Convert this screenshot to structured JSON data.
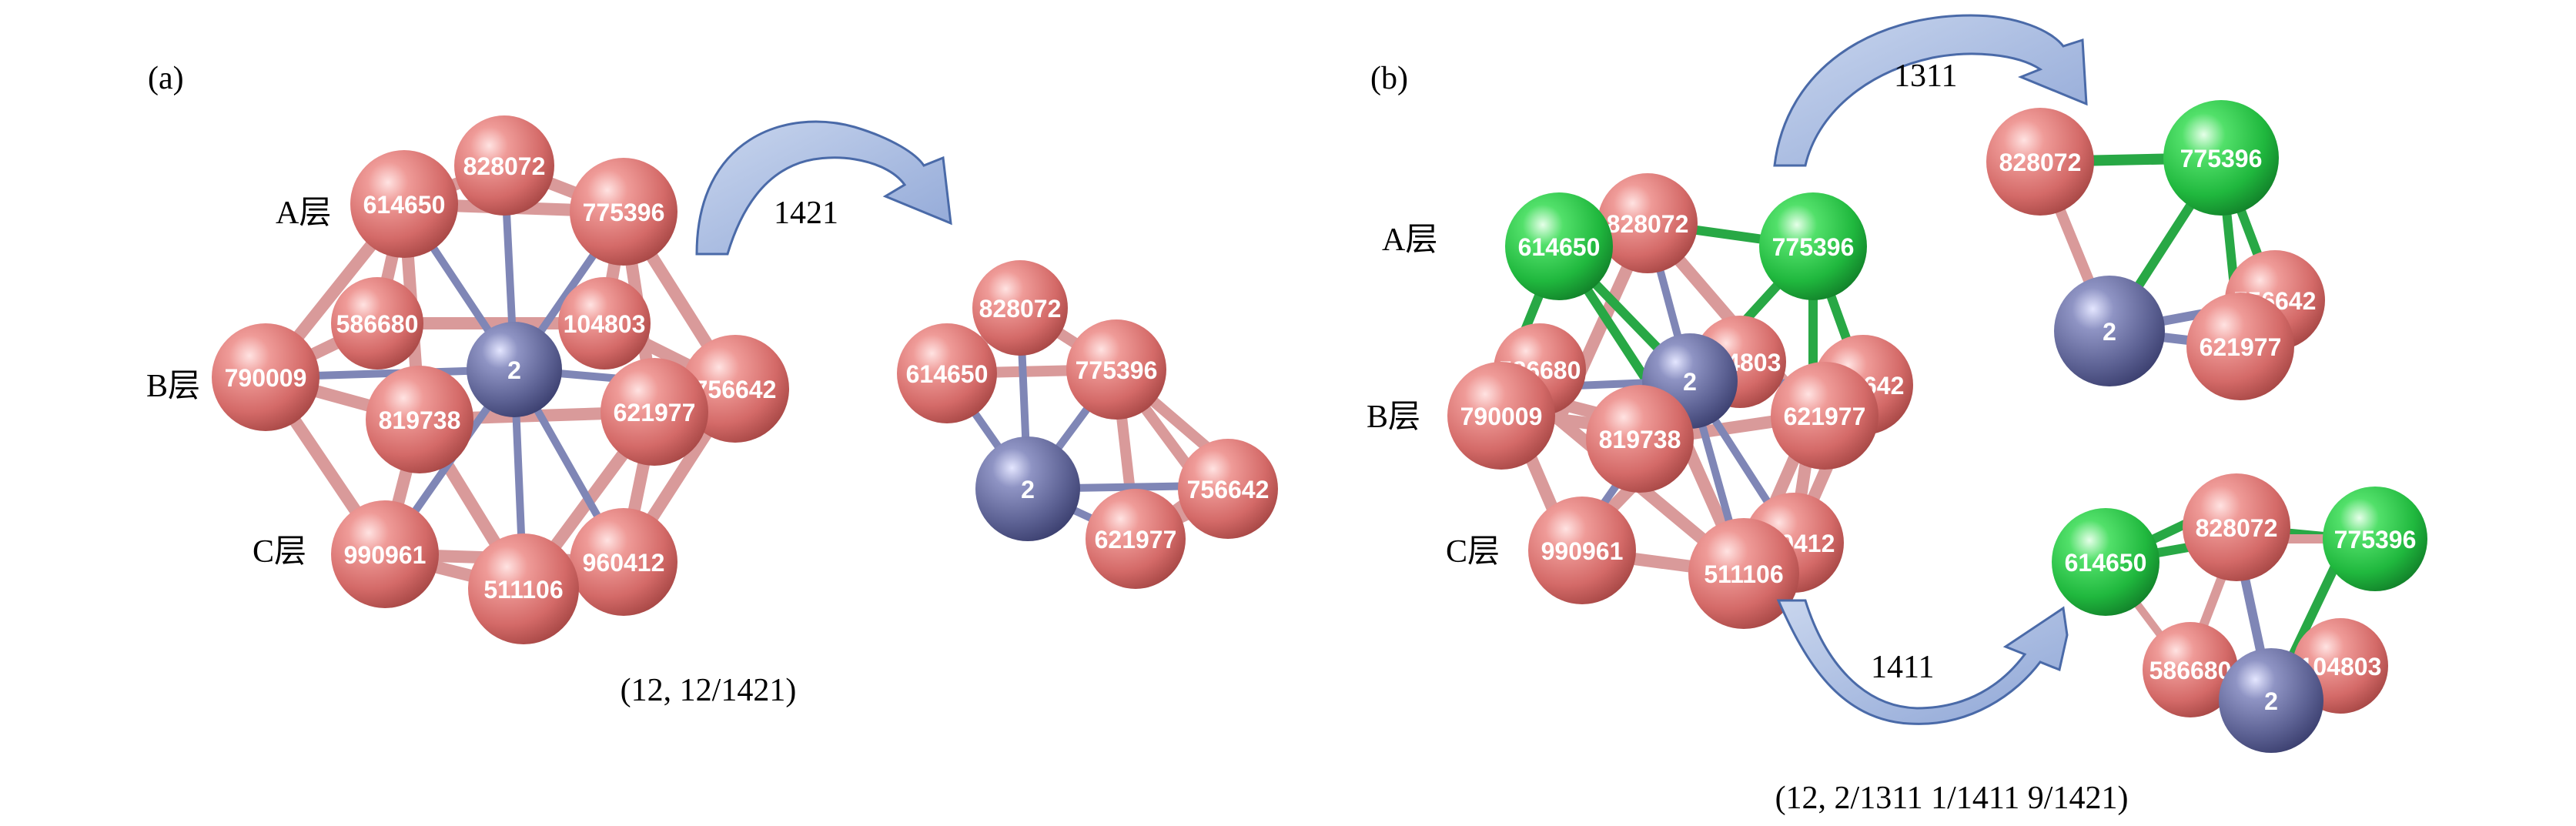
{
  "panel_a": {
    "tag": "(a)",
    "layer_a": "A层",
    "layer_b": "B层",
    "layer_c": "C层",
    "arrow_label": "1421",
    "caption": "(12, 12/1421)",
    "atoms": {
      "n828072": "828072",
      "n614650": "614650",
      "n775396": "775396",
      "n586680": "586680",
      "n104803": "104803",
      "n790009": "790009",
      "n756642": "756642",
      "n819738": "819738",
      "n621977": "621977",
      "n990961": "990961",
      "n960412": "960412",
      "n511106": "511106",
      "n2": "2"
    },
    "fragment": {
      "n828072": "828072",
      "n614650": "614650",
      "n775396": "775396",
      "n756642": "756642",
      "n621977": "621977",
      "n2": "2"
    }
  },
  "panel_b": {
    "tag": "(b)",
    "layer_a": "A层",
    "layer_b": "B层",
    "layer_c": "C层",
    "arrow_top_label": "1311",
    "arrow_bottom_label": "1411",
    "caption": "(12, 2/1311 1/1411 9/1421)",
    "atoms": {
      "n828072": "828072",
      "n614650": "614650",
      "n775396": "775396",
      "n586680": "586680",
      "n104803": "104803",
      "n790009": "790009",
      "n756642": "756642",
      "n819738": "819738",
      "n621977": "621977",
      "n990961": "990961",
      "n960412": "960412",
      "n511106": "511106",
      "n2": "2"
    },
    "fragment_top": {
      "n828072": "828072",
      "n775396": "775396",
      "n756642": "756642",
      "n621977": "621977",
      "n2": "2"
    },
    "fragment_bottom": {
      "n614650": "614650",
      "n828072": "828072",
      "n775396": "775396",
      "n586680": "586680",
      "n104803": "104803",
      "n2": "2"
    }
  },
  "colors": {
    "pink_atom": "#e07a78",
    "blue_atom": "#6a6f9e",
    "green_atom": "#28c04a",
    "pink_bond": "#d99a9a",
    "blue_bond": "#7f86b6",
    "green_bond": "#28a845",
    "arrow_fill": "#a9bde0",
    "arrow_stroke": "#4a6aa8"
  }
}
